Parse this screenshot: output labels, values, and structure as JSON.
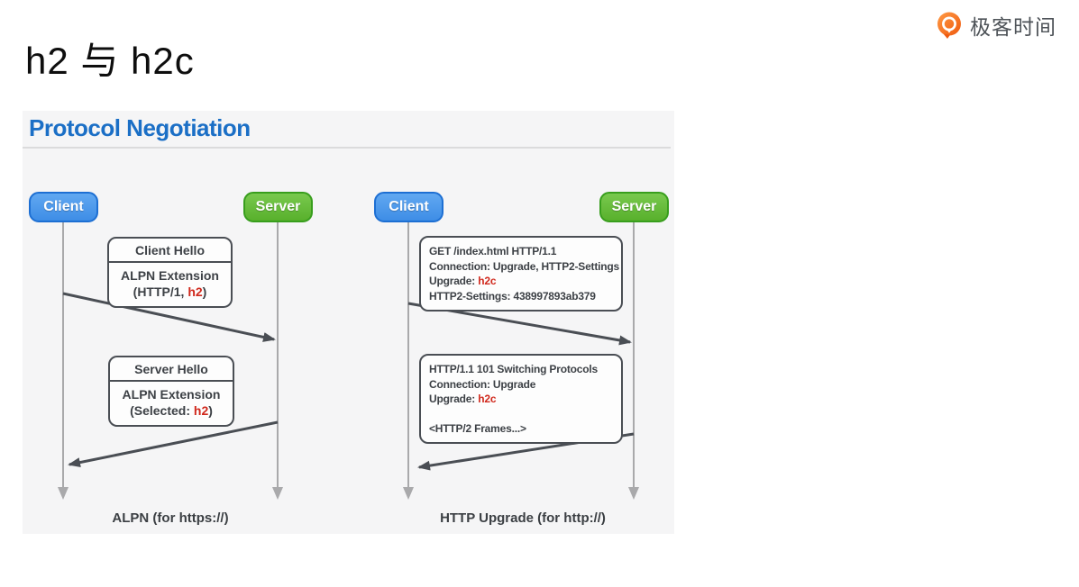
{
  "slide": {
    "title": "h2 与 h2c"
  },
  "logo": {
    "text": "极客时间"
  },
  "panel": {
    "header": "Protocol Negotiation",
    "diagrams": [
      {
        "id": "alpn",
        "actors": {
          "client": "Client",
          "server": "Server"
        },
        "note1": {
          "header": "Client Hello",
          "line1": "ALPN Extension",
          "line2_prefix": "(HTTP/1, ",
          "line2_highlight": "h2",
          "line2_suffix": ")"
        },
        "note2": {
          "header": "Server Hello",
          "line1": "ALPN Extension",
          "line2_prefix": "(Selected: ",
          "line2_highlight": "h2",
          "line2_suffix": ")"
        },
        "caption": "ALPN (for https://)"
      },
      {
        "id": "http-upgrade",
        "actors": {
          "client": "Client",
          "server": "Server"
        },
        "request": {
          "line1": "GET /index.html HTTP/1.1",
          "line2": "Connection: Upgrade, HTTP2-Settings",
          "line3_prefix": "Upgrade: ",
          "line3_highlight": "h2c",
          "line4": "HTTP2-Settings: 438997893ab379"
        },
        "response": {
          "line1": "HTTP/1.1 101 Switching Protocols",
          "line2": "Connection: Upgrade",
          "line3_prefix": "Upgrade: ",
          "line3_highlight": "h2c",
          "line4": "<HTTP/2 Frames...>"
        },
        "caption": "HTTP Upgrade (for http://)"
      }
    ]
  },
  "colors": {
    "header_blue": "#1b6fc6",
    "client_fill": "#4f9ce9",
    "client_border": "#1d6fd3",
    "server_fill": "#66bd3c",
    "server_border": "#389e1d",
    "highlight_red": "#d0281c",
    "arrow_dark": "#4a4e54",
    "lifeline_gray": "#a9a9ab",
    "panel_bg": "#f5f5f6",
    "logo_orange": "#f05a10"
  }
}
